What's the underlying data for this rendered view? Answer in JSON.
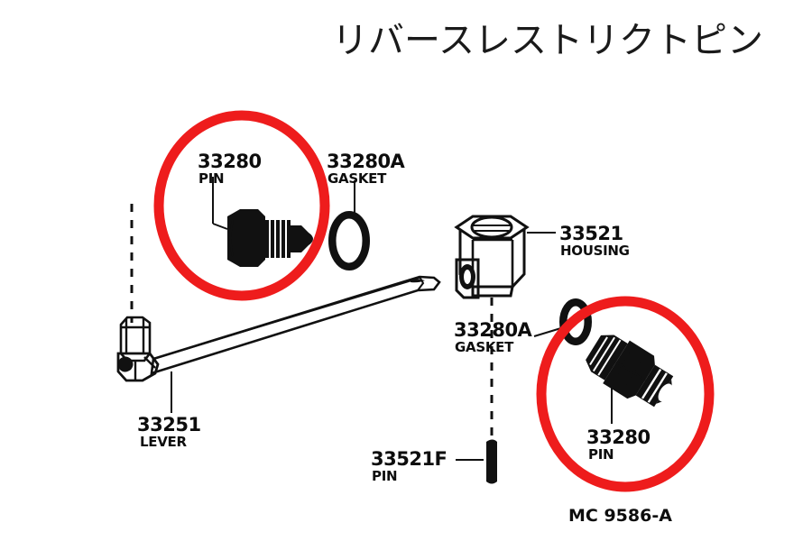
{
  "document": {
    "title": "リバースレストリクトピン",
    "background_color": "#ffffff",
    "ink_color": "#111111",
    "highlight_color": "#ee1c1c",
    "reference_code": "MC 9586-A"
  },
  "parts": [
    {
      "id": "pin-top",
      "number": "33280",
      "name": "PIN",
      "highlighted": true
    },
    {
      "id": "gasket-top",
      "number": "33280A",
      "name": "GASKET",
      "highlighted": false
    },
    {
      "id": "housing",
      "number": "33521",
      "name": "HOUSING",
      "highlighted": false
    },
    {
      "id": "gasket-mid",
      "number": "33280A",
      "name": "GASKET",
      "highlighted": false
    },
    {
      "id": "lever",
      "number": "33251",
      "name": "LEVER",
      "highlighted": false
    },
    {
      "id": "pin-roll",
      "number": "33521F",
      "name": "PIN",
      "highlighted": false
    },
    {
      "id": "pin-bottom",
      "number": "33280",
      "name": "PIN",
      "highlighted": true
    }
  ],
  "highlights": [
    {
      "id": "highlight-top-left",
      "label": "33280 PIN"
    },
    {
      "id": "highlight-bottom-right",
      "label": "33280 PIN"
    }
  ]
}
